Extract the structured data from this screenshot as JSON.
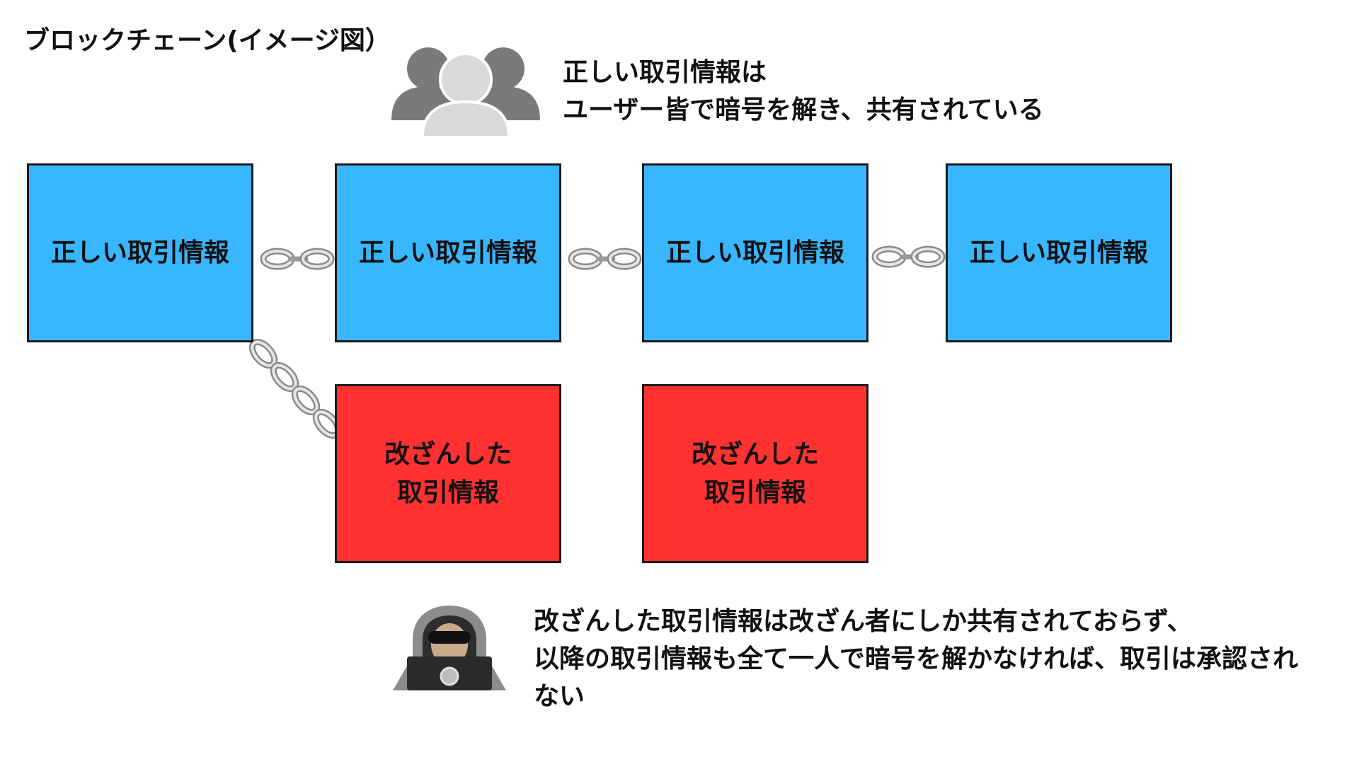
{
  "title": "ブロックチェーン(イメージ図）",
  "users_note": {
    "lines": [
      "正しい取引情報は",
      "ユーザー皆で暗号を解き、共有されている"
    ]
  },
  "valid_blocks": [
    {
      "label": "正しい取引情報"
    },
    {
      "label": "正しい取引情報"
    },
    {
      "label": "正しい取引情報"
    },
    {
      "label": "正しい取引情報"
    }
  ],
  "tampered_blocks": [
    {
      "label": "改ざんした\n取引情報"
    },
    {
      "label": "改ざんした\n取引情報"
    }
  ],
  "hacker_note": {
    "lines": [
      "改ざんした取引情報は改ざん者にしか共有されておらず、",
      "以降の取引情報も全て一人で暗号を解かなければ、取引は承認され",
      "ない"
    ]
  },
  "colors": {
    "valid_block": "#38b6ff",
    "tampered_block": "#ff3131",
    "chain": "#b5b5b5"
  }
}
